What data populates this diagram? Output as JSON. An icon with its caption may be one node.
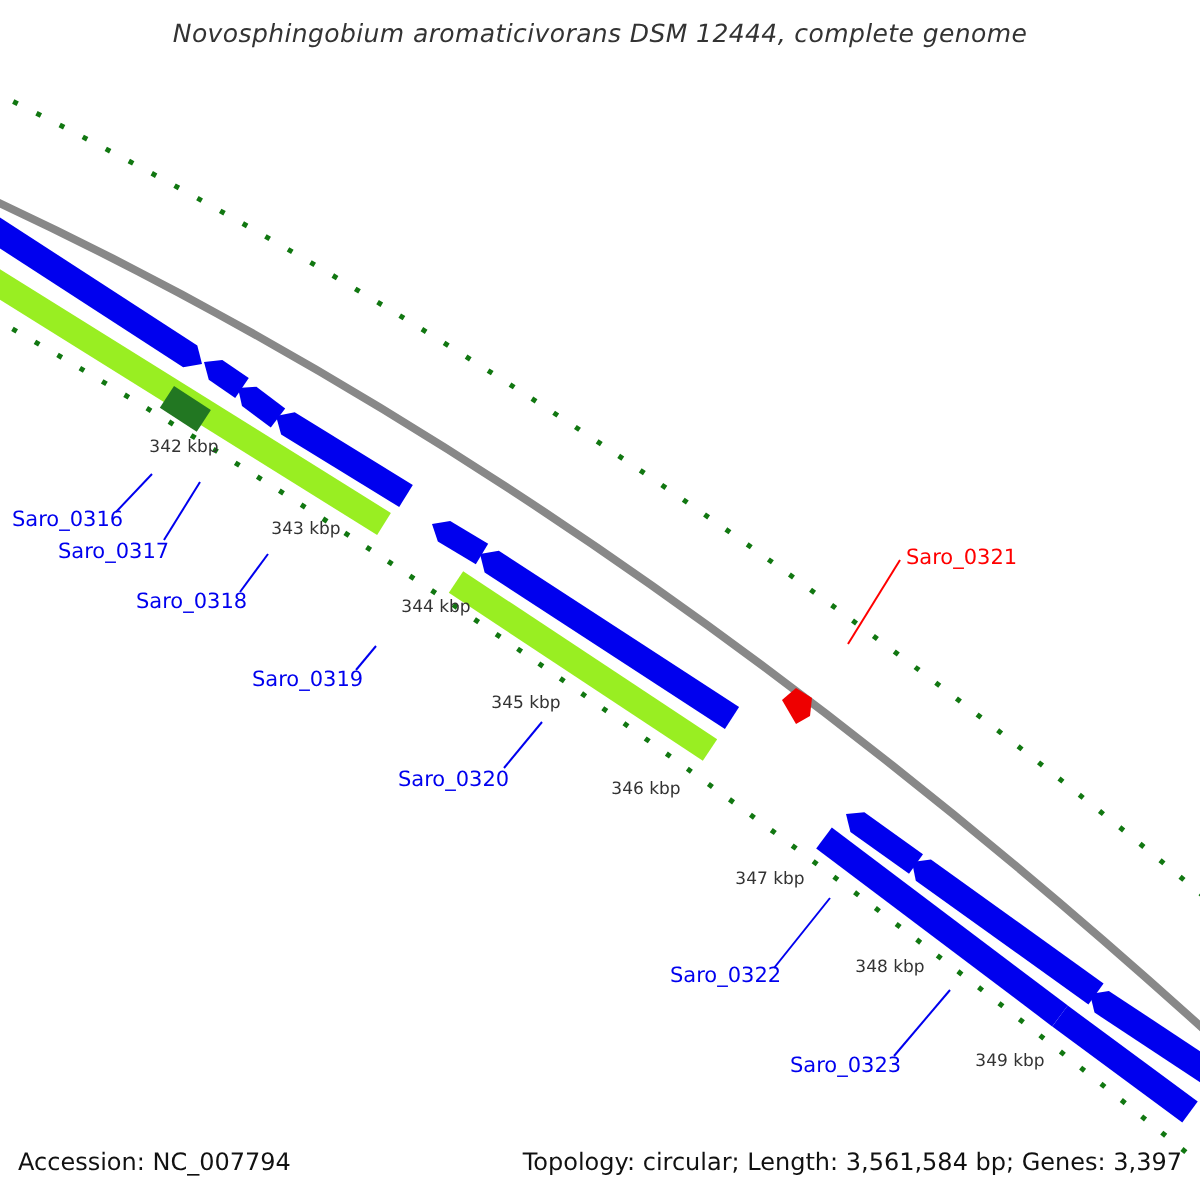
{
  "diagram": {
    "title": "Novosphingobium aromaticivorans DSM 12444, complete genome",
    "nodes": [
      {
        "text": [
          "Saro_0316"
        ]
      },
      {
        "text": [
          "Saro_0317"
        ]
      },
      {
        "text": [
          "Saro_0318"
        ]
      },
      {
        "text": [
          "Saro_0319"
        ]
      },
      {
        "text": [
          "Saro_0320"
        ]
      },
      {
        "text": [
          "Saro_0321"
        ]
      },
      {
        "text": [
          "Saro_0322"
        ]
      },
      {
        "text": [
          "Saro_0323"
        ]
      }
    ],
    "edges": [
      {
        "from": 0,
        "to": null,
        "arrow": "none"
      },
      {
        "from": 1,
        "to": null,
        "arrow": "none"
      },
      {
        "from": 2,
        "to": null,
        "arrow": "none"
      },
      {
        "from": 3,
        "to": null,
        "arrow": "none"
      },
      {
        "from": 4,
        "to": null,
        "arrow": "none"
      },
      {
        "from": 5,
        "to": null,
        "arrow": "none",
        "color": "#ff0000"
      },
      {
        "from": 6,
        "to": null,
        "arrow": "none"
      },
      {
        "from": 7,
        "to": null,
        "arrow": "none"
      }
    ],
    "labels": [
      "342 kbp",
      "343 kbp",
      "344 kbp",
      "345 kbp",
      "346 kbp",
      "347 kbp",
      "348 kbp",
      "349 kbp",
      "Accession: NC_007794",
      "Topology: circular; Length: 3,561,584 bp; Genes: 3,397"
    ]
  }
}
